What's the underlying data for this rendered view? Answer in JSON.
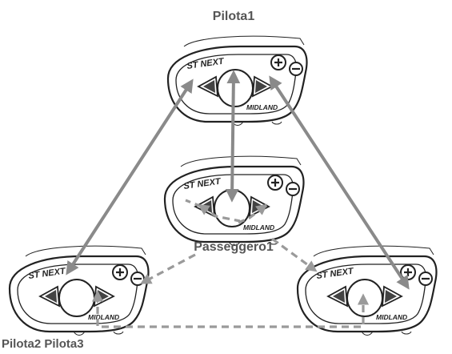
{
  "labels": {
    "pilota1": "Pilota1",
    "passeggero1": "Passeggero1",
    "pilota2_pilota3": "Pilota2 Pilota3"
  },
  "device": {
    "brand_text": "ST NEXT",
    "maker_text": "MIDLAND",
    "plus_symbol": "+",
    "minus_symbol": "−"
  },
  "colors": {
    "arrow": "#8a8a8a",
    "dashed_arrow": "#9a9a9a",
    "outline": "#222222",
    "label": "#555555"
  }
}
